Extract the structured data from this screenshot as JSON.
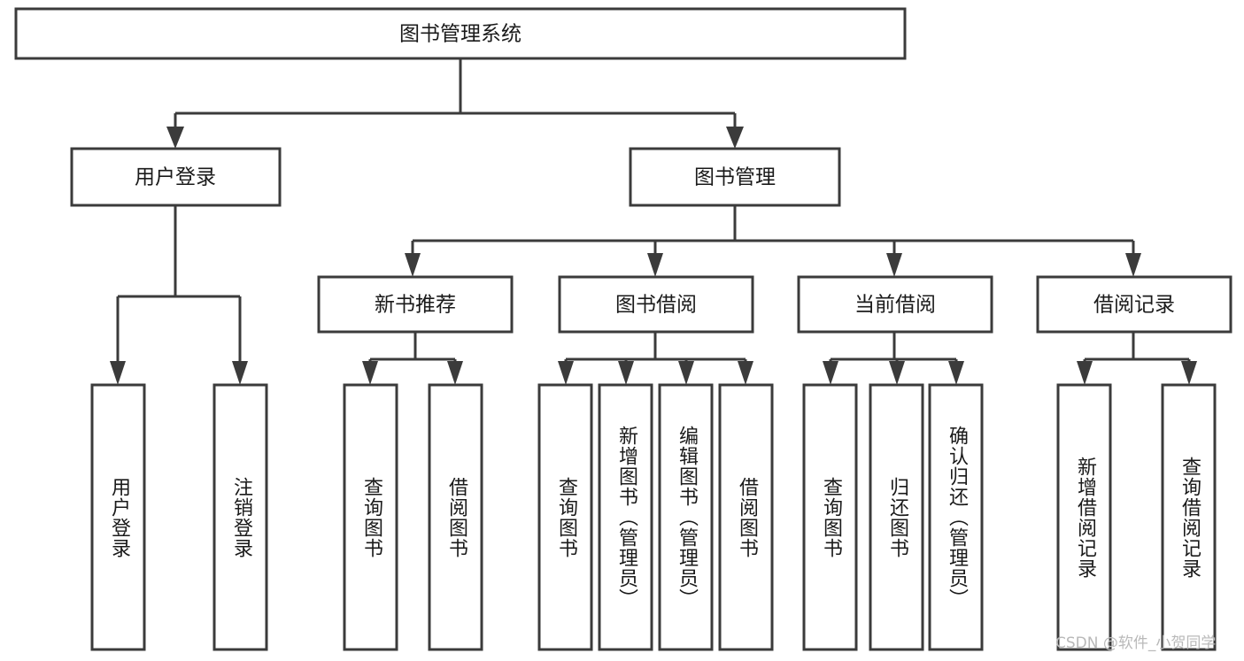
{
  "diagram": {
    "type": "tree-hierarchy",
    "title": "图书管理系统",
    "orientation": "top-down",
    "colors": {
      "box_stroke": "#3b3b3b",
      "box_fill": "#ffffff",
      "edge": "#3b3b3b",
      "text": "#1a1a1a",
      "watermark": "#b9b9b9",
      "background": "#ffffff"
    },
    "root": {
      "id": "root",
      "label": "图书管理系统",
      "orientation": "horizontal"
    },
    "level2": [
      {
        "id": "user-login",
        "label": "用户登录",
        "orientation": "horizontal"
      },
      {
        "id": "book-manage",
        "label": "图书管理",
        "orientation": "horizontal"
      }
    ],
    "level3": [
      {
        "id": "new-book-recommend",
        "label": "新书推荐",
        "orientation": "horizontal",
        "parent": "book-manage"
      },
      {
        "id": "book-borrow",
        "label": "图书借阅",
        "orientation": "horizontal",
        "parent": "book-manage"
      },
      {
        "id": "current-borrow",
        "label": "当前借阅",
        "orientation": "horizontal",
        "parent": "book-manage"
      },
      {
        "id": "borrow-record",
        "label": "借阅记录",
        "orientation": "horizontal",
        "parent": "book-manage"
      }
    ],
    "leaves": {
      "user-login": [
        {
          "id": "leaf-user-login",
          "label": "用户登录",
          "orientation": "vertical"
        },
        {
          "id": "leaf-logout",
          "label": "注销登录",
          "orientation": "vertical"
        }
      ],
      "new-book-recommend": [
        {
          "id": "leaf-query-book-1",
          "label": "查询图书",
          "orientation": "vertical"
        },
        {
          "id": "leaf-borrow-book-1",
          "label": "借阅图书",
          "orientation": "vertical"
        }
      ],
      "book-borrow": [
        {
          "id": "leaf-query-book-2",
          "label": "查询图书",
          "orientation": "vertical"
        },
        {
          "id": "leaf-add-book",
          "label": "新增图书（管理员）",
          "orientation": "vertical"
        },
        {
          "id": "leaf-edit-book",
          "label": "编辑图书（管理员）",
          "orientation": "vertical"
        },
        {
          "id": "leaf-borrow-book-2",
          "label": "借阅图书",
          "orientation": "vertical"
        }
      ],
      "current-borrow": [
        {
          "id": "leaf-query-book-3",
          "label": "查询图书",
          "orientation": "vertical"
        },
        {
          "id": "leaf-return-book",
          "label": "归还图书",
          "orientation": "vertical"
        },
        {
          "id": "leaf-confirm-return",
          "label": "确认归还（管理员）",
          "orientation": "vertical"
        }
      ],
      "borrow-record": [
        {
          "id": "leaf-add-record",
          "label": "新增借阅记录",
          "orientation": "vertical"
        },
        {
          "id": "leaf-query-record",
          "label": "查询借阅记录",
          "orientation": "vertical"
        }
      ]
    },
    "watermark": "CSDN @软件_小贺同学"
  }
}
